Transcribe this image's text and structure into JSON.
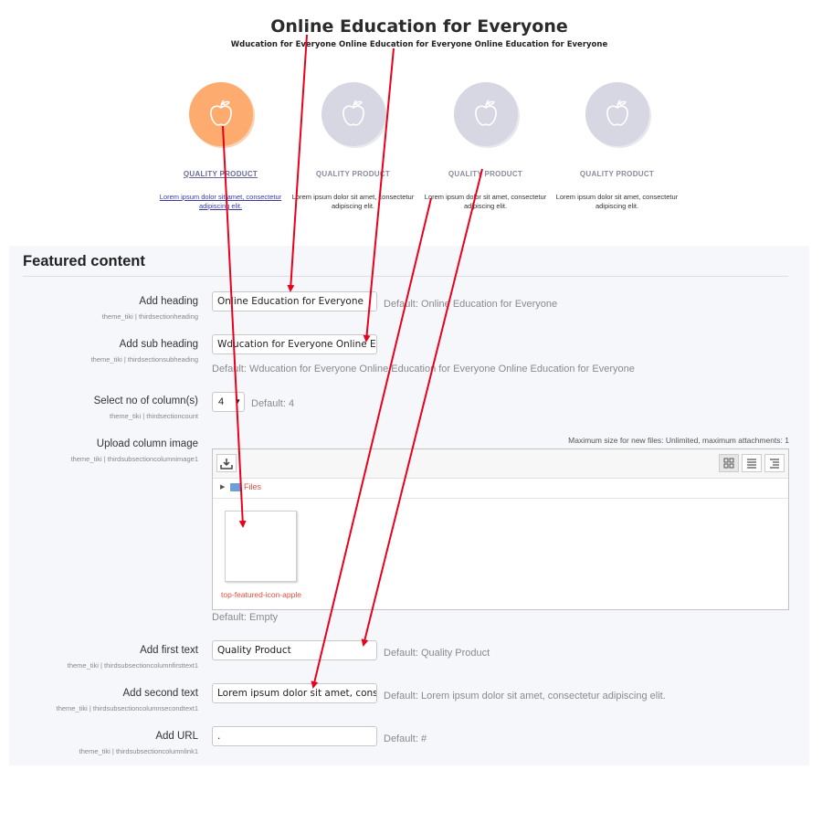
{
  "preview": {
    "title": "Online Education for Everyone",
    "subtitle": "Wducation for Everyone Online Education for Everyone Online Education for Everyone",
    "columns": [
      {
        "icon": "apple-icon",
        "title": "QUALITY PRODUCT",
        "text": "Lorem ipsum dolor sit amet, consectetur adipiscing elit.",
        "active": true
      },
      {
        "icon": "apple-icon",
        "title": "QUALITY PRODUCT",
        "text": "Lorem ipsum dolor sit amet, consectetur adipiscing elit.",
        "active": false
      },
      {
        "icon": "apple-icon",
        "title": "QUALITY PRODUCT",
        "text": "Lorem ipsum dolor sit amet, consectetur adipiscing elit.",
        "active": false
      },
      {
        "icon": "apple-icon",
        "title": "QUALITY PRODUCT",
        "text": "Lorem ipsum dolor sit amet, consectetur adipiscing elit.",
        "active": false
      }
    ],
    "colors": {
      "active_circle": "#fdab6f",
      "inactive_circle": "#d7d7e4",
      "arrow": "#e8001c"
    }
  },
  "panel": {
    "title": "Featured content",
    "fields": {
      "heading": {
        "label": "Add heading",
        "hint": "theme_tiki | thirdsectionheading",
        "value": "Online Education for Everyone",
        "default": "Default: Online Education for Everyone"
      },
      "subheading": {
        "label": "Add sub heading",
        "hint": "theme_tiki | thirdsectionsubheading",
        "value": "Wducation for Everyone Online Education for Everyone Online Education for Everyone",
        "default": "Default: Wducation for Everyone Online Education for Everyone Online Education for Everyone"
      },
      "count": {
        "label": "Select no of column(s)",
        "hint": "theme_tiki | thirdsectioncount",
        "value": "4",
        "default": "Default: 4"
      },
      "image": {
        "label": "Upload column image",
        "hint": "theme_tiki | thirdsubsectioncolumnimage1",
        "note": "Maximum size for new files: Unlimited, maximum attachments: 1",
        "folder": "Files",
        "file_name": "top-featured-icon-apple",
        "default": "Default: Empty"
      },
      "first_text": {
        "label": "Add first text",
        "hint": "theme_tiki | thirdsubsectioncolumnfirsttext1",
        "value": "Quality Product",
        "default": "Default: Quality Product"
      },
      "second_text": {
        "label": "Add second text",
        "hint": "theme_tiki | thirdsubsectioncolumnsecondtext1",
        "value": "Lorem ipsum dolor sit amet, consectetur adipiscing elit.",
        "default": "Default: Lorem ipsum dolor sit amet, consectetur adipiscing elit."
      },
      "url": {
        "label": "Add URL",
        "hint": "theme_tiki | thirdsubsectioncolumnlink1",
        "value": ".",
        "default": "Default: #"
      }
    }
  }
}
